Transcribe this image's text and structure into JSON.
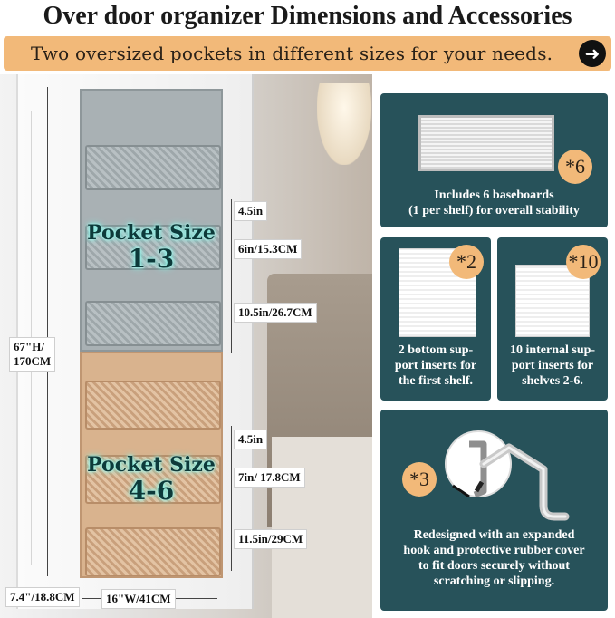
{
  "title": "Over door organizer Dimensions and Accessories",
  "banner": {
    "text": "Two oversized pockets in different sizes for your needs."
  },
  "pockets": [
    {
      "line1": "Pocket Size",
      "line2": "1-3"
    },
    {
      "line1": "Pocket Size",
      "line2": "4-6"
    }
  ],
  "dimensions": {
    "gap_top": "4.5in",
    "shelf_small_top": "6in/15.3CM",
    "shelf_large_top": "10.5in/26.7CM",
    "height_line1": "67\"H/",
    "height_line2": "170CM",
    "gap_bottom": "4.5in",
    "shelf_small_bottom": "7in/ 17.8CM",
    "shelf_large_bottom": "11.5in/29CM",
    "depth": "7.4\"/18.8CM",
    "width": "16\"W/41CM"
  },
  "accessories": {
    "baseboards": {
      "count": "*6",
      "lines": [
        "Includes 6 baseboards",
        "(1 per shelf) for overall stability"
      ]
    },
    "bottom_inserts": {
      "count": "*2",
      "lines": [
        "2 bottom sup-",
        "port inserts for",
        "the first shelf."
      ]
    },
    "internal_inserts": {
      "count": "*10",
      "lines": [
        "10 internal sup-",
        "port inserts for",
        "shelves 2-6."
      ]
    },
    "hooks": {
      "count": "*3",
      "lines": [
        "Redesigned with an expanded",
        "hook and protective rubber cover",
        "to fit doors securely without",
        "scratching or slipping."
      ]
    }
  },
  "colors": {
    "banner": "#f2b979",
    "card": "#27525a",
    "grey_pockets": "#a9b1b4",
    "tan_pockets": "#d9b38e"
  },
  "icons": {
    "banner_arrow": "arrow-right-icon",
    "hook": "hook-icon"
  }
}
